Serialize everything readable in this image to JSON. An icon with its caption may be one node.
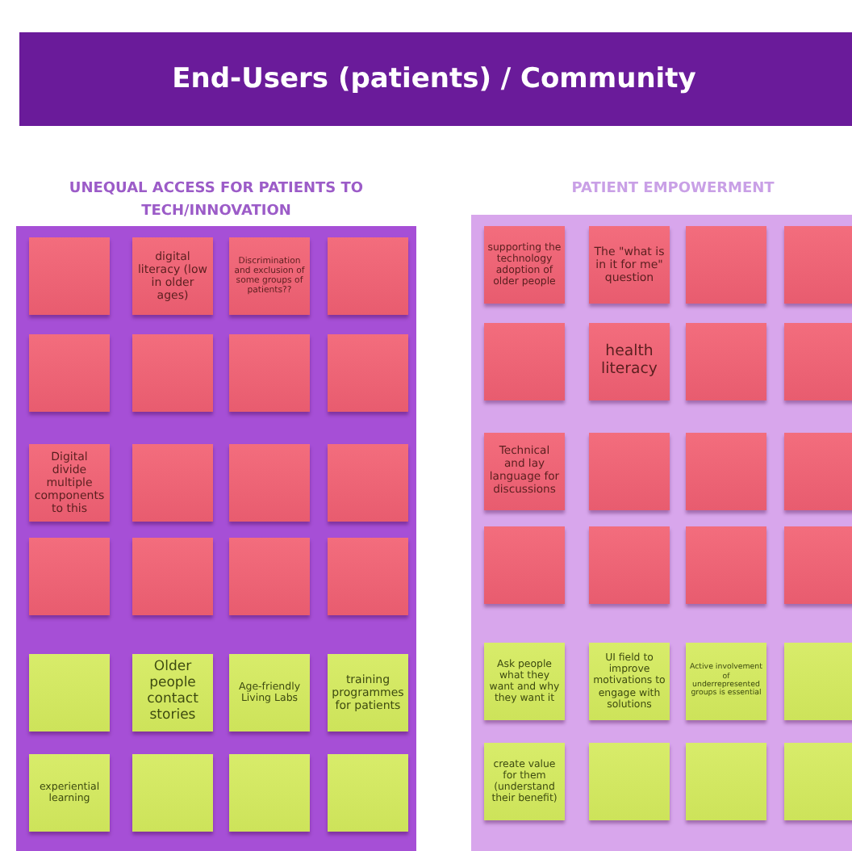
{
  "diagram": {
    "title": "End-Users (patients) / Community",
    "nodes": [
      {
        "text": [
          "UNEQUAL ACCESS FOR PATIENTS TO TECH/INNOVATION"
        ]
      },
      {
        "text": [],
        "shape": "box",
        "in": 0
      },
      {
        "text": [
          "digital literacy (low in older ages)"
        ],
        "in": 0
      },
      {
        "text": [
          "Discrimination and exclusion of some groups of patients??"
        ],
        "in": 0
      },
      {
        "text": [],
        "shape": "box",
        "in": 0
      },
      {
        "text": [],
        "shape": "box",
        "in": 0
      },
      {
        "text": [],
        "shape": "box",
        "in": 0
      },
      {
        "text": [],
        "shape": "box",
        "in": 0
      },
      {
        "text": [],
        "shape": "box",
        "in": 0
      },
      {
        "text": [
          "Digital divide multiple components to this"
        ],
        "in": 0
      },
      {
        "text": [],
        "shape": "box",
        "in": 0
      },
      {
        "text": [],
        "shape": "box",
        "in": 0
      },
      {
        "text": [],
        "shape": "box",
        "in": 0
      },
      {
        "text": [],
        "shape": "box",
        "in": 0
      },
      {
        "text": [],
        "shape": "box",
        "in": 0
      },
      {
        "text": [],
        "shape": "box",
        "in": 0
      },
      {
        "text": [],
        "shape": "box",
        "in": 0
      },
      {
        "text": [],
        "shape": "box",
        "in": 0
      },
      {
        "text": [
          "Older people contact stories"
        ],
        "in": 0
      },
      {
        "text": [
          "Age-friendly Living Labs"
        ],
        "in": 0
      },
      {
        "text": [
          "training programmes for patients"
        ],
        "in": 0
      },
      {
        "text": [
          "experiential learning"
        ],
        "in": 0
      },
      {
        "text": [],
        "shape": "box",
        "in": 0
      },
      {
        "text": [],
        "shape": "box",
        "in": 0
      },
      {
        "text": [],
        "shape": "box",
        "in": 0
      },
      {
        "text": [
          "PATIENT EMPOWERMENT"
        ]
      },
      {
        "text": [
          "supporting the technology adoption of older people"
        ],
        "in": 25
      },
      {
        "text": [
          "The \"what is in it for me\" question"
        ],
        "in": 25
      },
      {
        "text": [],
        "shape": "box",
        "in": 25
      },
      {
        "text": [],
        "shape": "box",
        "in": 25
      },
      {
        "text": [],
        "shape": "box",
        "in": 25
      },
      {
        "text": [
          "health literacy"
        ],
        "in": 25
      },
      {
        "text": [],
        "shape": "box",
        "in": 25
      },
      {
        "text": [],
        "shape": "box",
        "in": 25
      },
      {
        "text": [
          "Technical and lay language for discussions"
        ],
        "in": 25
      },
      {
        "text": [],
        "shape": "box",
        "in": 25
      },
      {
        "text": [],
        "shape": "box",
        "in": 25
      },
      {
        "text": [],
        "shape": "box",
        "in": 25
      },
      {
        "text": [],
        "shape": "box",
        "in": 25
      },
      {
        "text": [],
        "shape": "box",
        "in": 25
      },
      {
        "text": [],
        "shape": "box",
        "in": 25
      },
      {
        "text": [],
        "shape": "box",
        "in": 25
      },
      {
        "text": [
          "Ask people what they want and why they want it"
        ],
        "in": 25
      },
      {
        "text": [
          "UI field to improve motivations to engage with solutions"
        ],
        "in": 25
      },
      {
        "text": [
          "Active involvement of underrepresented groups is essential"
        ],
        "in": 25
      },
      {
        "text": [],
        "shape": "box",
        "in": 25
      },
      {
        "text": [
          "create value for them (understand their benefit)"
        ],
        "in": 25
      },
      {
        "text": [],
        "shape": "box",
        "in": 25
      },
      {
        "text": [],
        "shape": "box",
        "in": 25
      },
      {
        "text": [],
        "shape": "box",
        "in": 25
      }
    ],
    "edges": []
  }
}
